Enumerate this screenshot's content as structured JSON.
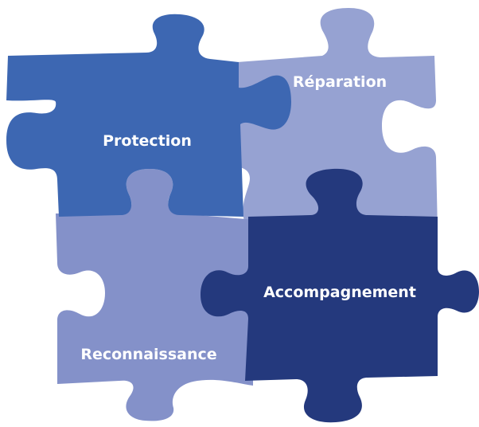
{
  "pieces": [
    {
      "id": "protection",
      "label": "Protection",
      "color": "#3D67B2"
    },
    {
      "id": "reparation",
      "label": "Réparation",
      "color": "#96A2D2"
    },
    {
      "id": "reconnaissance",
      "label": "Reconnaissance",
      "color": "#8491C9"
    },
    {
      "id": "accompagnement",
      "label": "Accompagnement",
      "color": "#24397D"
    }
  ]
}
